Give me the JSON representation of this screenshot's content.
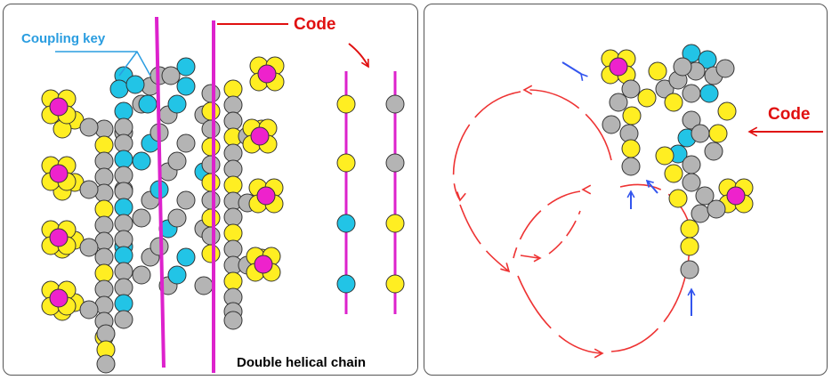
{
  "left_panel": {
    "coupling_label": "Coupling key",
    "code_label": "Code",
    "caption": "Double helical chain",
    "code_strand_a": [
      "yellow",
      "yellow",
      "cyan",
      "cyan"
    ],
    "code_strand_b": [
      "gray",
      "gray",
      "yellow",
      "yellow"
    ]
  },
  "right_panel": {
    "code_label": "Code"
  },
  "colors": {
    "yellow": "#ffee22",
    "gray": "#b4b4b4",
    "cyan": "#22c4e6",
    "magenta": "#ee22cc",
    "strand": "#dd22cc",
    "code_red": "#e01010",
    "arrow_red": "#ee3333",
    "arrow_blue": "#3355ee",
    "label_blue": "#2a9de0"
  }
}
